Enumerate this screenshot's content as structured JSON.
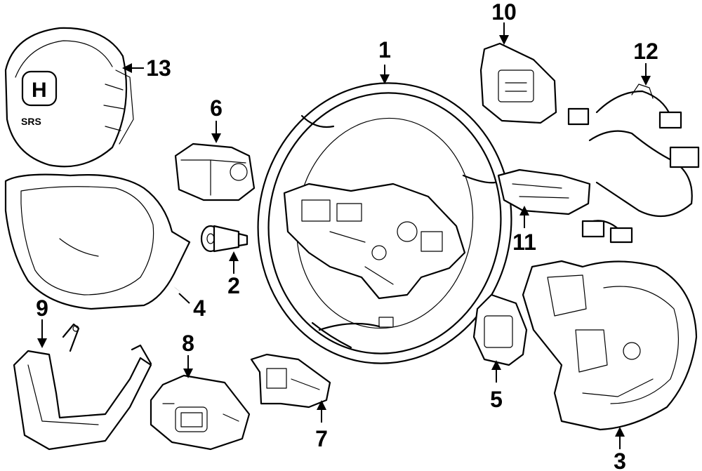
{
  "callouts": [
    {
      "id": "1",
      "label": "1"
    },
    {
      "id": "2",
      "label": "2"
    },
    {
      "id": "3",
      "label": "3"
    },
    {
      "id": "4",
      "label": "4"
    },
    {
      "id": "5",
      "label": "5"
    },
    {
      "id": "6",
      "label": "6"
    },
    {
      "id": "7",
      "label": "7"
    },
    {
      "id": "8",
      "label": "8"
    },
    {
      "id": "9",
      "label": "9"
    },
    {
      "id": "10",
      "label": "10"
    },
    {
      "id": "11",
      "label": "11"
    },
    {
      "id": "12",
      "label": "12"
    },
    {
      "id": "13",
      "label": "13"
    }
  ],
  "logo_text": "H",
  "airbag_text": "SRS"
}
